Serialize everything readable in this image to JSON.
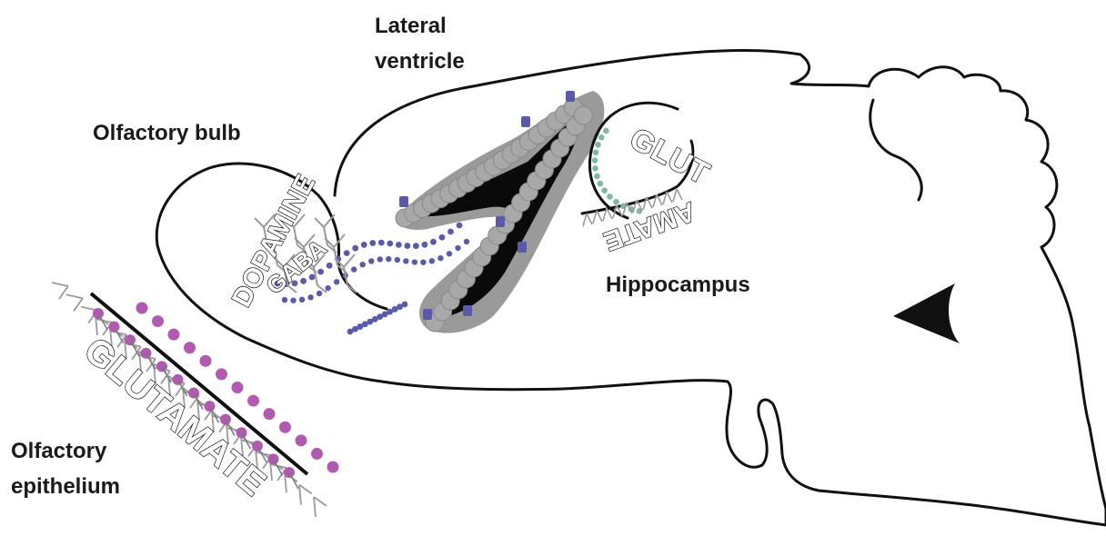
{
  "labels": {
    "lateral_ventricle_line1": "Lateral",
    "lateral_ventricle_line2": "ventricle",
    "olfactory_bulb": "Olfactory bulb",
    "hippocampus": "Hippocampus",
    "olfactory_epithelium_line1": "Olfactory",
    "olfactory_epithelium_line2": "epithelium"
  },
  "neurotransmitters": {
    "bulb_primary": "DOPAMINE",
    "bulb_secondary": "GABA",
    "hippocampus_top": "GLUT",
    "hippocampus_bottom": "AMATE",
    "epithelium": "GLUTAMATE"
  },
  "colors": {
    "outline": "#111111",
    "ventricle_cells": "#9a9a9a",
    "ventricle_core": "#0a0a0a",
    "neuroblasts": "#5a5aa8",
    "epithelium_cells": "#b05ab0",
    "hippocampus_dots": "#7fb8a6",
    "dendrites": "#9a9a9a"
  }
}
